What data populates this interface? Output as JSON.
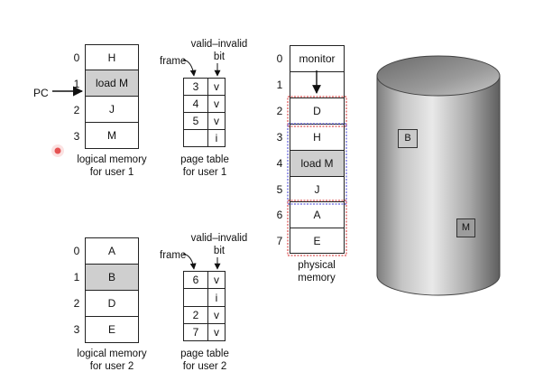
{
  "user1": {
    "indices": [
      "0",
      "1",
      "2",
      "3"
    ],
    "pages": [
      "H",
      "load M",
      "J",
      "M"
    ],
    "pc_label": "PC",
    "memory_caption": [
      "logical memory",
      "for user 1"
    ],
    "page_table": {
      "frames": [
        "3",
        "4",
        "5",
        ""
      ],
      "bits": [
        "v",
        "v",
        "v",
        "i"
      ],
      "frame_label": "frame",
      "valid_label": [
        "valid–invalid",
        "bit"
      ],
      "caption": [
        "page table",
        "for user 1"
      ]
    }
  },
  "user2": {
    "indices": [
      "0",
      "1",
      "2",
      "3"
    ],
    "pages": [
      "A",
      "B",
      "D",
      "E"
    ],
    "memory_caption": [
      "logical memory",
      "for user 2"
    ],
    "page_table": {
      "frames": [
        "6",
        "",
        "2",
        "7"
      ],
      "bits": [
        "v",
        "i",
        "v",
        "v"
      ],
      "frame_label": "frame",
      "valid_label": [
        "valid–invalid",
        "bit"
      ],
      "caption": [
        "page table",
        "for user 2"
      ]
    }
  },
  "physical": {
    "indices": [
      "0",
      "1",
      "2",
      "3",
      "4",
      "5",
      "6",
      "7"
    ],
    "frames": [
      "monitor",
      "",
      "D",
      "H",
      "load M",
      "J",
      "A",
      "E"
    ],
    "caption": [
      "physical",
      "memory"
    ]
  },
  "disk": {
    "pages": [
      "B",
      "M"
    ]
  },
  "colors": {
    "user2_outline": "#d42a2a",
    "user1_outline": "#3a3ad4",
    "shade": "#cfcfcf",
    "pointer_dot": "#e23a3a"
  }
}
